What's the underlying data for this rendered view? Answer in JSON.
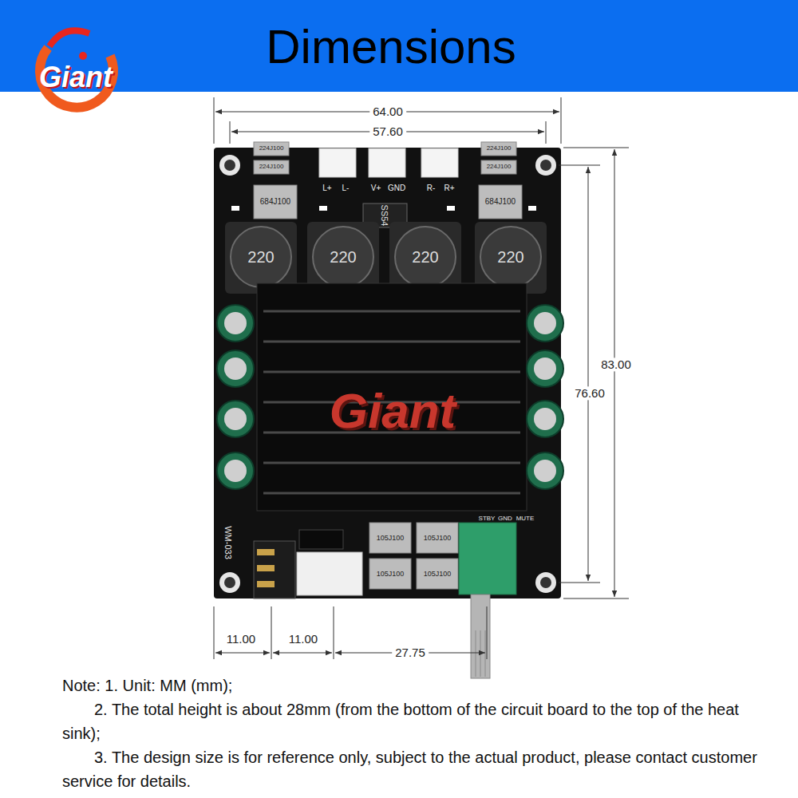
{
  "diagram": {
    "title": "Dimensions",
    "labels": [
      "Giant",
      "64.00",
      "57.60",
      "83.00",
      "76.60",
      "11.00",
      "11.00",
      "27.75",
      "224J100",
      "224J100",
      "224J100",
      "224J100",
      "684J100",
      "684J100",
      "L+",
      "L-",
      "V+",
      "GND",
      "R-",
      "R+",
      "SS54",
      "220",
      "220",
      "220",
      "220",
      "Giant",
      "WM-033",
      "STBY",
      "GND",
      "MUTE",
      "105J100",
      "105J100",
      "105J100",
      "105J100",
      "Note: 1. Unit: MM (mm);",
      "2. The total height is about 28mm (from the bottom of the circuit board to the top of the heat sink);",
      "3. The design size is for reference only, subject to the actual product, please contact customer service for details."
    ]
  }
}
